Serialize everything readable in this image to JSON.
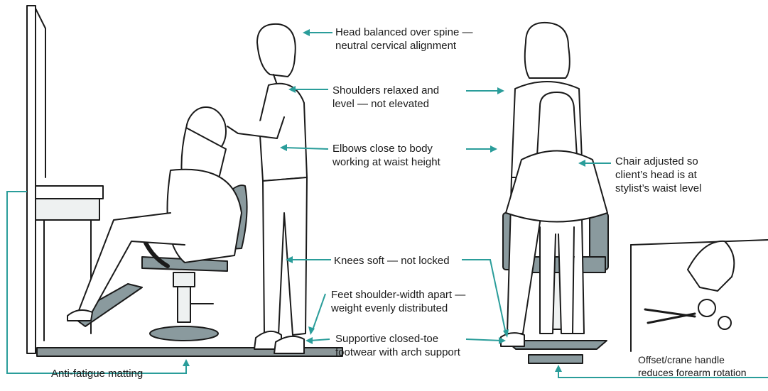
{
  "callouts": {
    "head": "Head balanced over spine —\nneutral cervical alignment",
    "shoulders": "Shoulders relaxed and\nlevel — not elevated",
    "elbows": "Elbows close to body\nworking at waist height",
    "chair": "Chair adjusted so\nclient’s head is at\nstylist’s waist level",
    "knees": "Knees soft — not locked",
    "feet": "Feet shoulder-width apart —\nweight evenly distributed",
    "footwear": "Supportive closed-toe\nfootwear with arch support",
    "matting": "Anti-fatigue matting",
    "scissors": "Offset/crane handle\nreduces forearm rotation"
  },
  "colors": {
    "accent": "#2a9d9a",
    "line": "#1a1a1a",
    "fill_gray": "#8a9a9e",
    "fill_light": "#eef1f1",
    "mat": "#8c9799"
  },
  "icons": [
    "mirror",
    "stylist-side",
    "client-side",
    "salon-chair",
    "stylist-back",
    "client-front",
    "scissors-inset"
  ]
}
